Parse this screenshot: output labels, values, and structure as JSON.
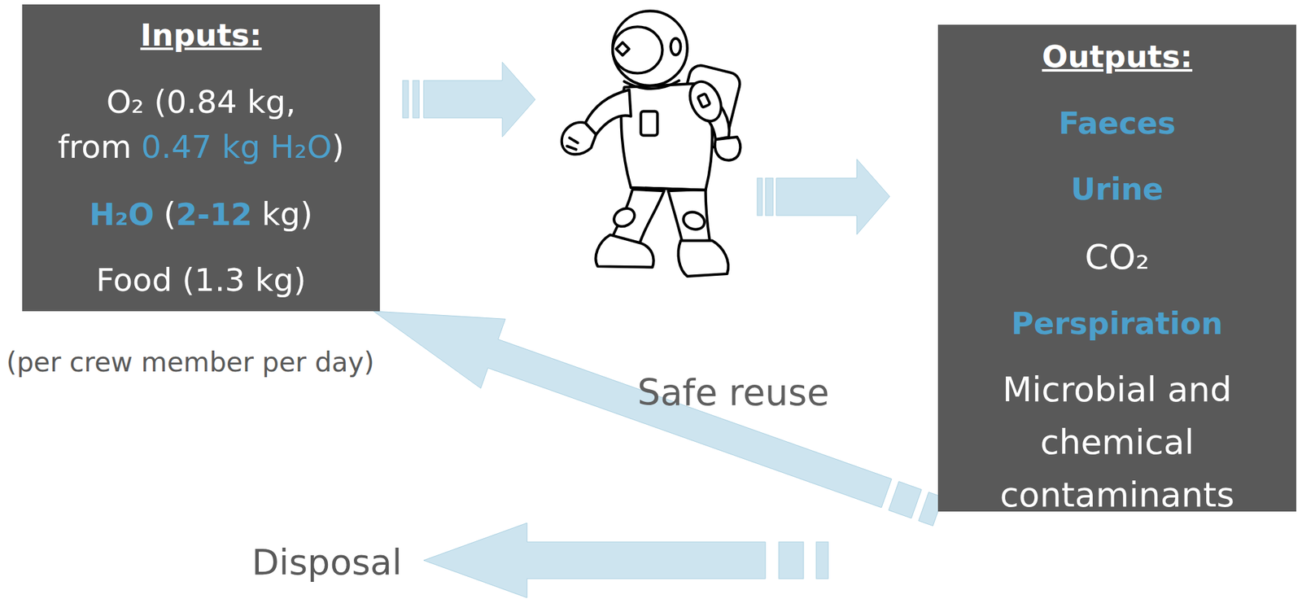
{
  "diagram": {
    "nodes": [
      {
        "text": [
          "Inputs:",
          "O₂ (0.84 kg,",
          "from",
          "0.47 kg H₂O",
          ")",
          "H₂O",
          "(",
          "2-12",
          "kg)",
          "Food (1.3 kg)"
        ]
      },
      {
        "text": [
          "Outputs:",
          "Faeces",
          "Urine",
          "CO₂",
          "Perspiration",
          "Microbial and chemical contaminants"
        ]
      }
    ],
    "edges": [
      {
        "from": 1,
        "to": 0,
        "arrow": "to",
        "label": "Safe reuse"
      }
    ],
    "labels": [
      "(per crew member per day)",
      "Disposal"
    ]
  }
}
